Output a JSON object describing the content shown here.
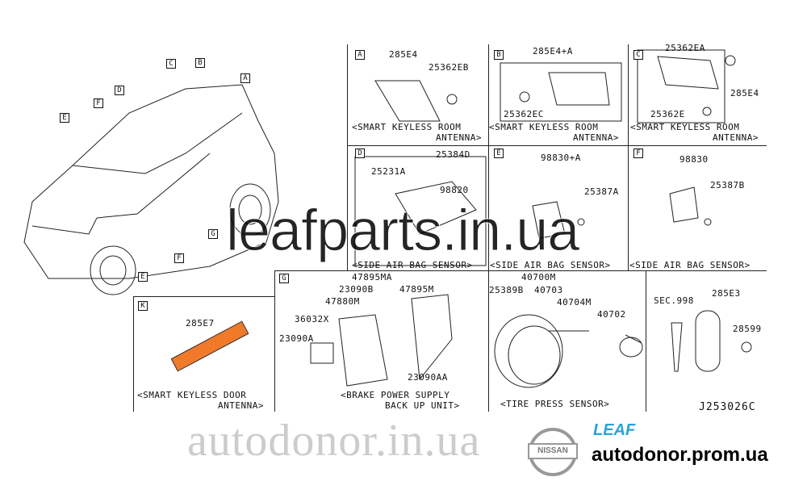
{
  "watermarks": {
    "main": "leafparts.in.ua",
    "bottom": "autodonor.in.ua"
  },
  "brand": {
    "logo_text": "NISSAN",
    "model": "LEAF",
    "site": "autodonor.prom.ua",
    "model_color": "#2aa3d8"
  },
  "diagram_code": "J253026C",
  "car_callouts": [
    "A",
    "B",
    "C",
    "D",
    "E",
    "F",
    "G",
    "E",
    "F"
  ],
  "panels": {
    "A": {
      "letter": "A",
      "parts": [
        "285E4",
        "25362EB"
      ],
      "caption1": "<SMART KEYLESS ROOM",
      "caption2": "ANTENNA>"
    },
    "B": {
      "letter": "B",
      "parts": [
        "285E4+A",
        "25362EC"
      ],
      "caption1": "<SMART KEYLESS ROOM",
      "caption2": "ANTENNA>"
    },
    "C": {
      "letter": "C",
      "parts": [
        "25362EA",
        "285E4",
        "25362E"
      ],
      "caption1": "<SMART KEYLESS ROOM",
      "caption2": "ANTENNA>"
    },
    "D": {
      "letter": "D",
      "parts": [
        "25384D",
        "25231A",
        "98820"
      ],
      "caption1": "<SIDE AIR BAG SENSOR>"
    },
    "E": {
      "letter": "E",
      "parts": [
        "98830+A",
        "25387A"
      ],
      "caption1": "<SIDE AIR BAG SENSOR>"
    },
    "F": {
      "letter": "F",
      "parts": [
        "98830",
        "25387B"
      ],
      "caption1": "<SIDE AIR BAG SENSOR>"
    },
    "G": {
      "letter": "G",
      "parts": [
        "47895MA",
        "23090B",
        "47880M",
        "47895M",
        "36032X",
        "23090A",
        "23090AA"
      ],
      "caption1": "<BRAKE POWER SUPPLY",
      "caption2": "BACK UP UNIT>"
    },
    "K": {
      "letter": "K",
      "parts": [
        "285E7"
      ],
      "caption1": "<SMART KEYLESS DOOR",
      "caption2": "ANTENNA>",
      "part_color": "#f07a2a"
    },
    "tire": {
      "parts": [
        "40700M",
        "25389B",
        "40703",
        "40704M",
        "40702"
      ],
      "caption1": "<TIRE PRESS SENSOR>"
    },
    "key": {
      "parts": [
        "SEC.998",
        "285E3",
        "28599"
      ]
    }
  }
}
